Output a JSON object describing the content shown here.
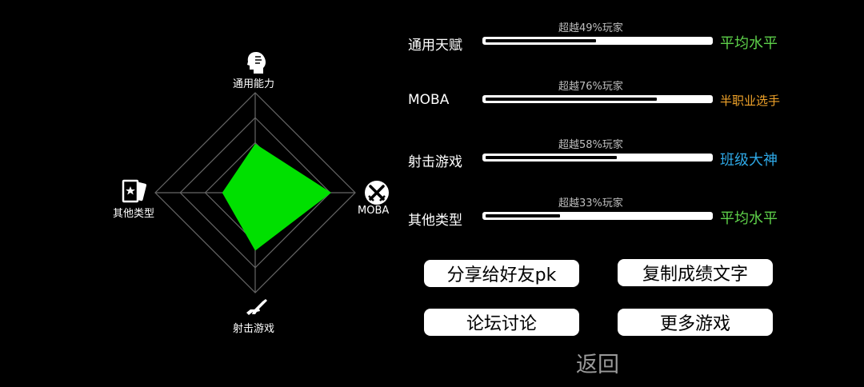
{
  "radar": {
    "axes": [
      {
        "label": "通用能力",
        "icon": "person-head-icon",
        "value": 0.49
      },
      {
        "label": "MOBA",
        "icon": "crossed-swords-icon",
        "value": 0.76
      },
      {
        "label": "射击游戏",
        "icon": "rifle-icon",
        "value": 0.58
      },
      {
        "label": "其他类型",
        "icon": "cards-icon",
        "value": 0.33
      }
    ],
    "fill_color": "#00e000",
    "grid_color": "#666666"
  },
  "stats": [
    {
      "name": "通用天赋",
      "percentile_text": "超越49%玩家",
      "value": 0.49,
      "level": "平均水平",
      "level_color": "#5ed14a"
    },
    {
      "name": "MOBA",
      "percentile_text": "超越76%玩家",
      "value": 0.76,
      "level": "半职业选手",
      "level_color": "#f0a32a"
    },
    {
      "name": "射击游戏",
      "percentile_text": "超越58%玩家",
      "value": 0.58,
      "level": "班级大神",
      "level_color": "#2ea8e6"
    },
    {
      "name": "其他类型",
      "percentile_text": "超越33%玩家",
      "value": 0.33,
      "level": "平均水平",
      "level_color": "#5ed14a"
    }
  ],
  "buttons": {
    "share": "分享给好友pk",
    "copy": "复制成绩文字",
    "forum": "论坛讨论",
    "more": "更多游戏"
  },
  "back_label": "返回"
}
